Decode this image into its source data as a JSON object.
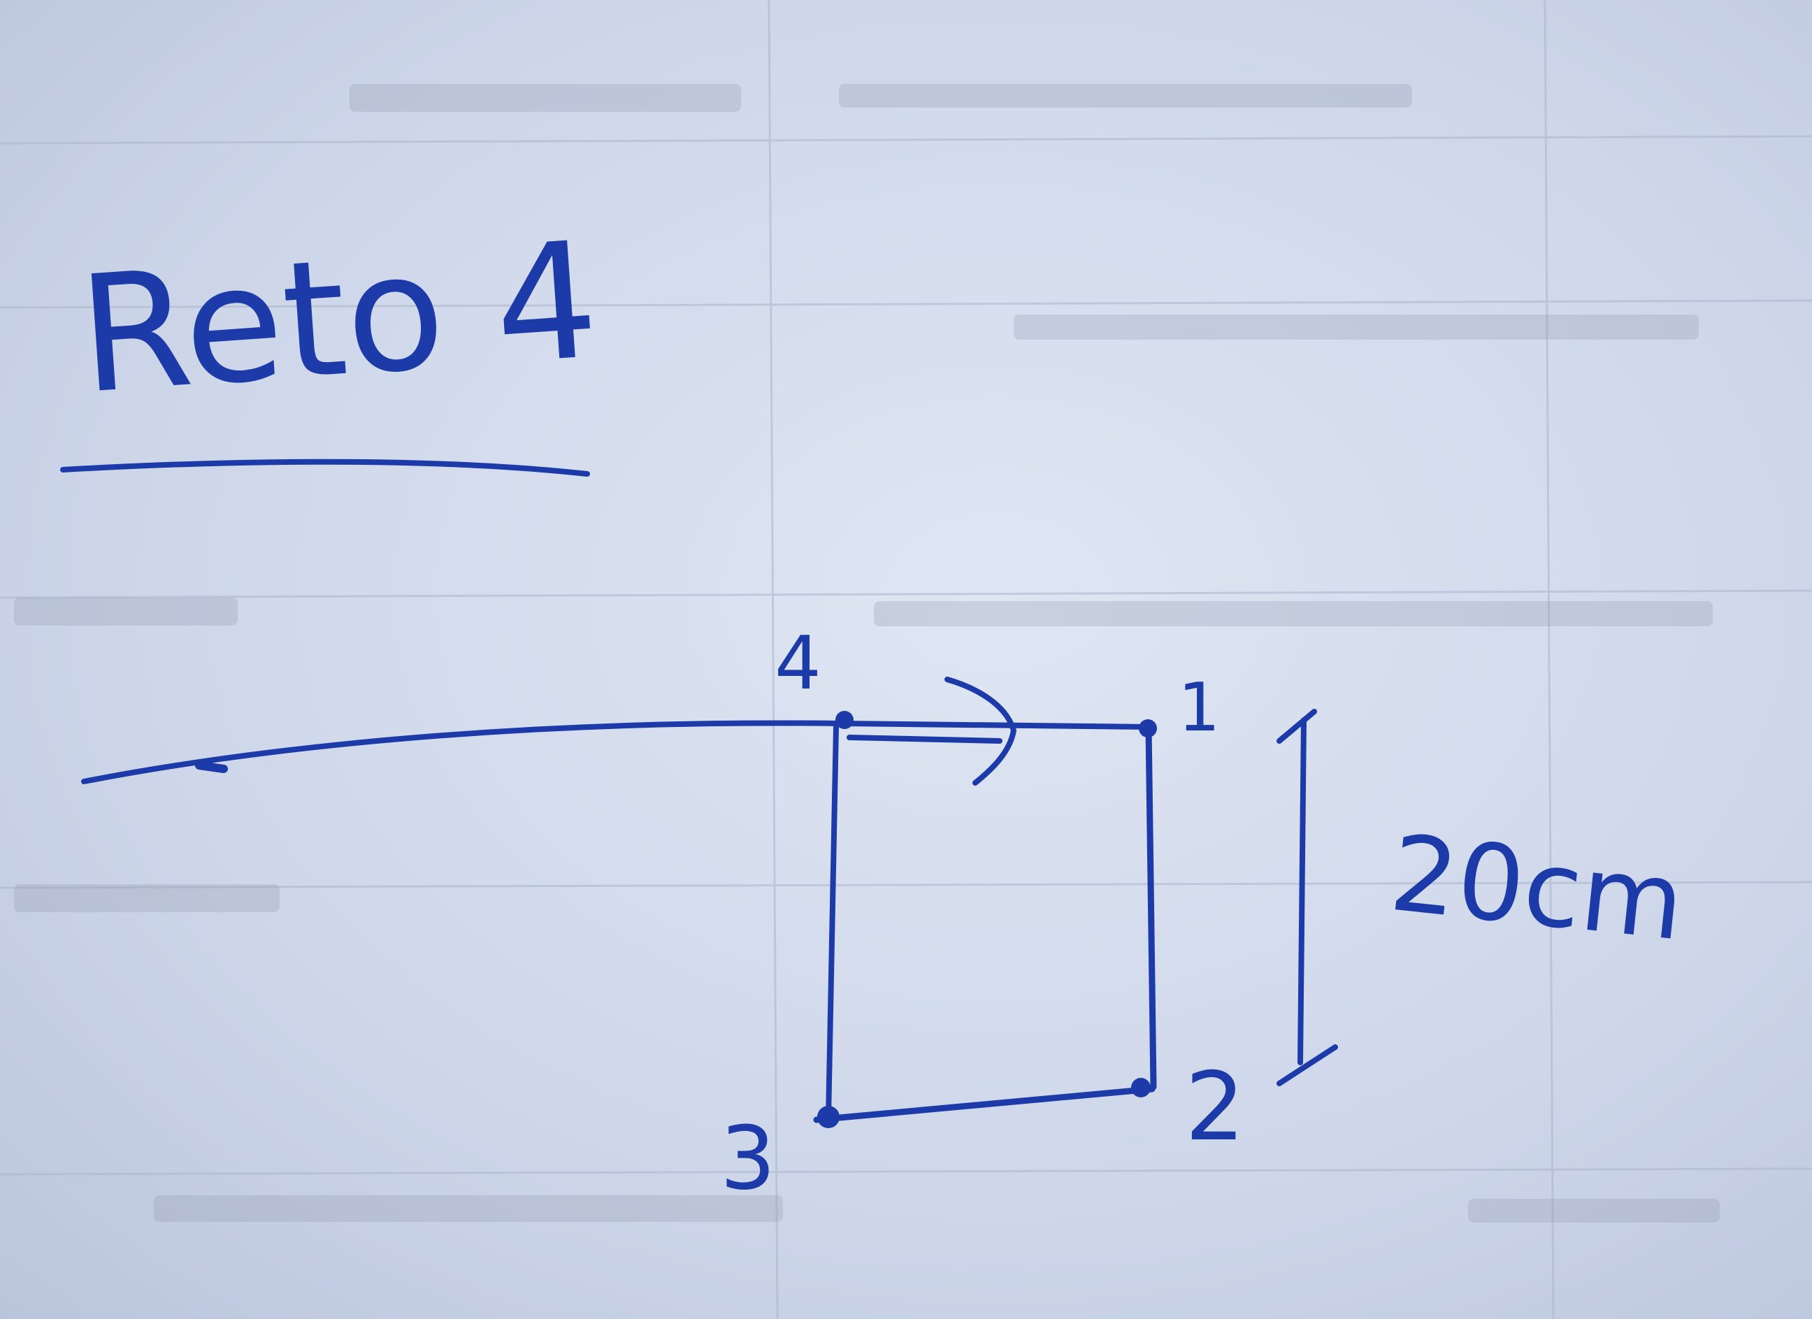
{
  "title": "Reto 4",
  "corner_labels": {
    "c1": "1",
    "c2": "2",
    "c3": "3",
    "c4": "4"
  },
  "dimension_label": "20cm",
  "colors": {
    "paper": "#ccd5e8",
    "paper_light": "#dde4f2",
    "ink": "#1c3aa8",
    "rule_line": "#aab4cc",
    "show_through": "#8e97ad"
  }
}
